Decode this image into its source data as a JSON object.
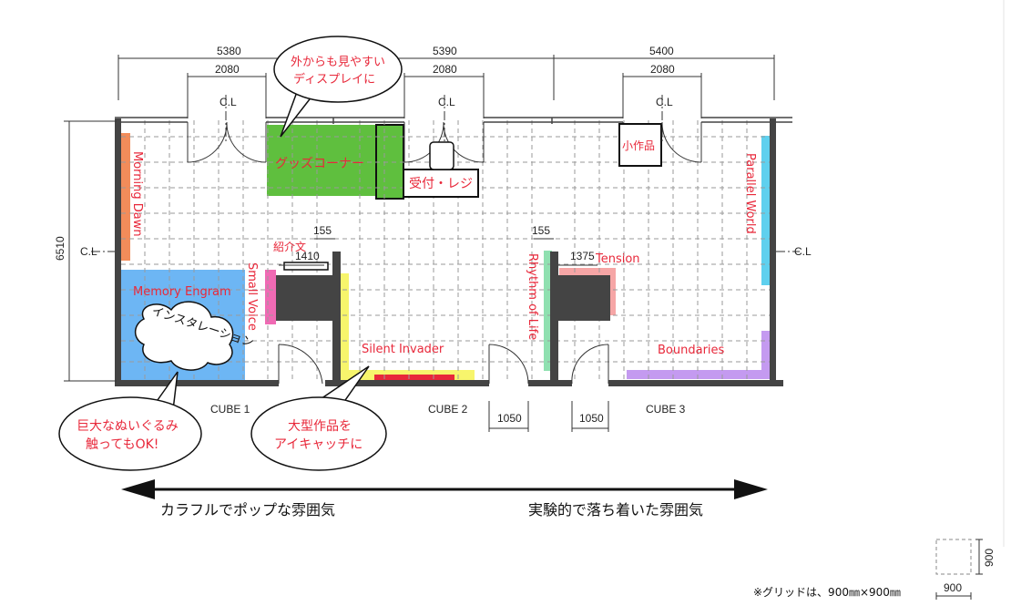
{
  "dimensions": {
    "top_bays": [
      "5380",
      "5390",
      "5400"
    ],
    "door_widths": [
      "2080",
      "2080",
      "2080"
    ],
    "centerline": "C.L",
    "height": "6510",
    "gap_left": "155",
    "gap_right": "155",
    "display_width": "1410",
    "tension_width": "1375",
    "door_1": "1050",
    "door_2": "1050",
    "grid_scale_w": "900",
    "grid_scale_h": "900"
  },
  "zones": {
    "goods_corner": "グッズコーナー",
    "reception": "受付・レジ",
    "small_works": "小作品",
    "intro_text": "紹介文",
    "morning_dawn": "Morning Dawn",
    "memory_engram": "Memory Engram",
    "small_voice": "Small Voice",
    "silent_invader": "Silent Invader",
    "rhythm_of_life": "Rhythm of Life",
    "tension": "Tension",
    "parallel_world": "Parallel World",
    "boundaries": "Boundaries"
  },
  "cubes": [
    "CUBE 1",
    "CUBE 2",
    "CUBE 3"
  ],
  "callouts": {
    "display": [
      "外からも見やすい",
      "ディスプレイに"
    ],
    "installation": "インスタレーション",
    "plush": [
      "巨大なぬいぐるみ",
      "触ってもOK!"
    ],
    "large_work": [
      "大型作品を",
      "アイキャッチに"
    ]
  },
  "atmosphere": {
    "left": "カラフルでポップな雰囲気",
    "right": "実験的で落ち着いた雰囲気"
  },
  "note": "※グリッドは、900㎜×900㎜",
  "colors": {
    "green": "#5fbf3e",
    "blue": "#6db6f4",
    "orange": "#f28c5a",
    "pink": "#f06ab4",
    "yellow": "#f7f56c",
    "red": "#e8283a",
    "mint": "#8fe0b0",
    "salmon": "#f6a6a6",
    "cyan": "#5fd0ee",
    "purple": "#c49af0"
  }
}
